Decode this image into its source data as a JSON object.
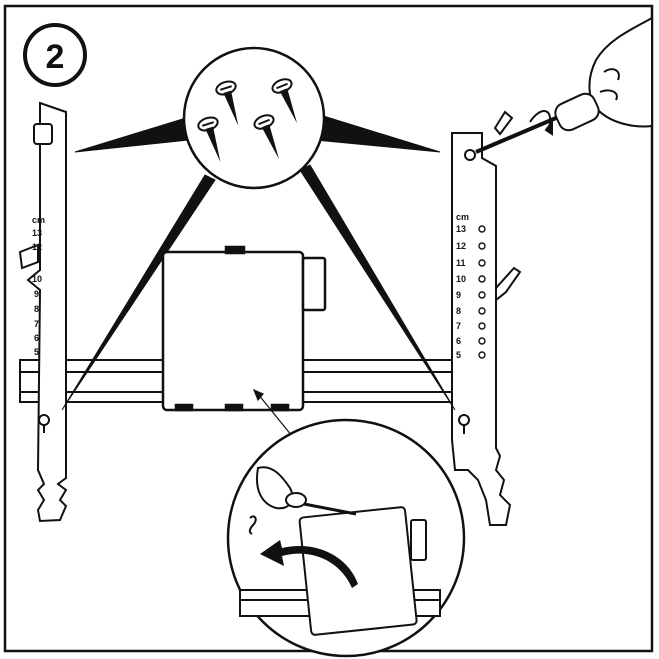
{
  "step": {
    "number": "2"
  },
  "left_bracket": {
    "unit": "cm",
    "marks": [
      "13",
      "12",
      "10",
      "9",
      "8",
      "7",
      "6",
      "5"
    ]
  },
  "right_bracket": {
    "unit": "cm",
    "marks": [
      "13",
      "12",
      "11",
      "10",
      "9",
      "8",
      "7",
      "6",
      "5"
    ]
  }
}
